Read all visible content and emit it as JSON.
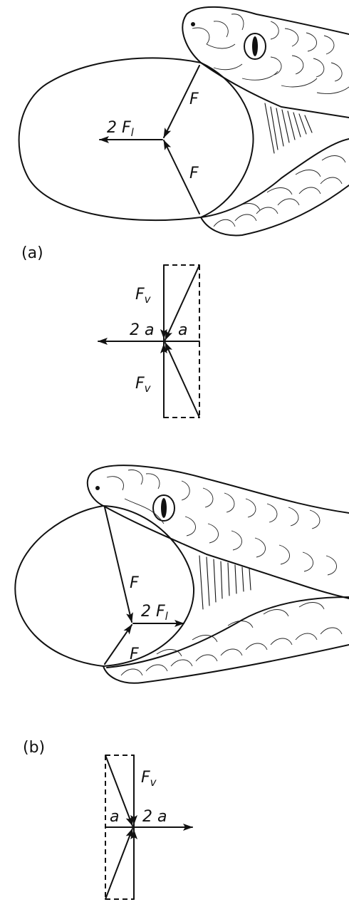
{
  "panel_a": {
    "caption": "(a)",
    "diagram_labels": {
      "F_top": "F",
      "F_bottom": "F",
      "two_F_base": "2 F",
      "two_F_sub": "l"
    },
    "vector_labels": {
      "Fv_top_base": "F",
      "Fv_top_sub": "v",
      "Fv_bottom_base": "F",
      "Fv_bottom_sub": "v",
      "two_a": "2 a",
      "a": "a"
    }
  },
  "panel_b": {
    "caption": "(b)",
    "diagram_labels": {
      "F_top": "F",
      "F_bottom": "F",
      "two_F_base": "2 F",
      "two_F_sub": "l"
    },
    "vector_labels": {
      "Fv_base": "F",
      "Fv_sub": "v",
      "two_a": "2 a",
      "a": "a"
    }
  }
}
